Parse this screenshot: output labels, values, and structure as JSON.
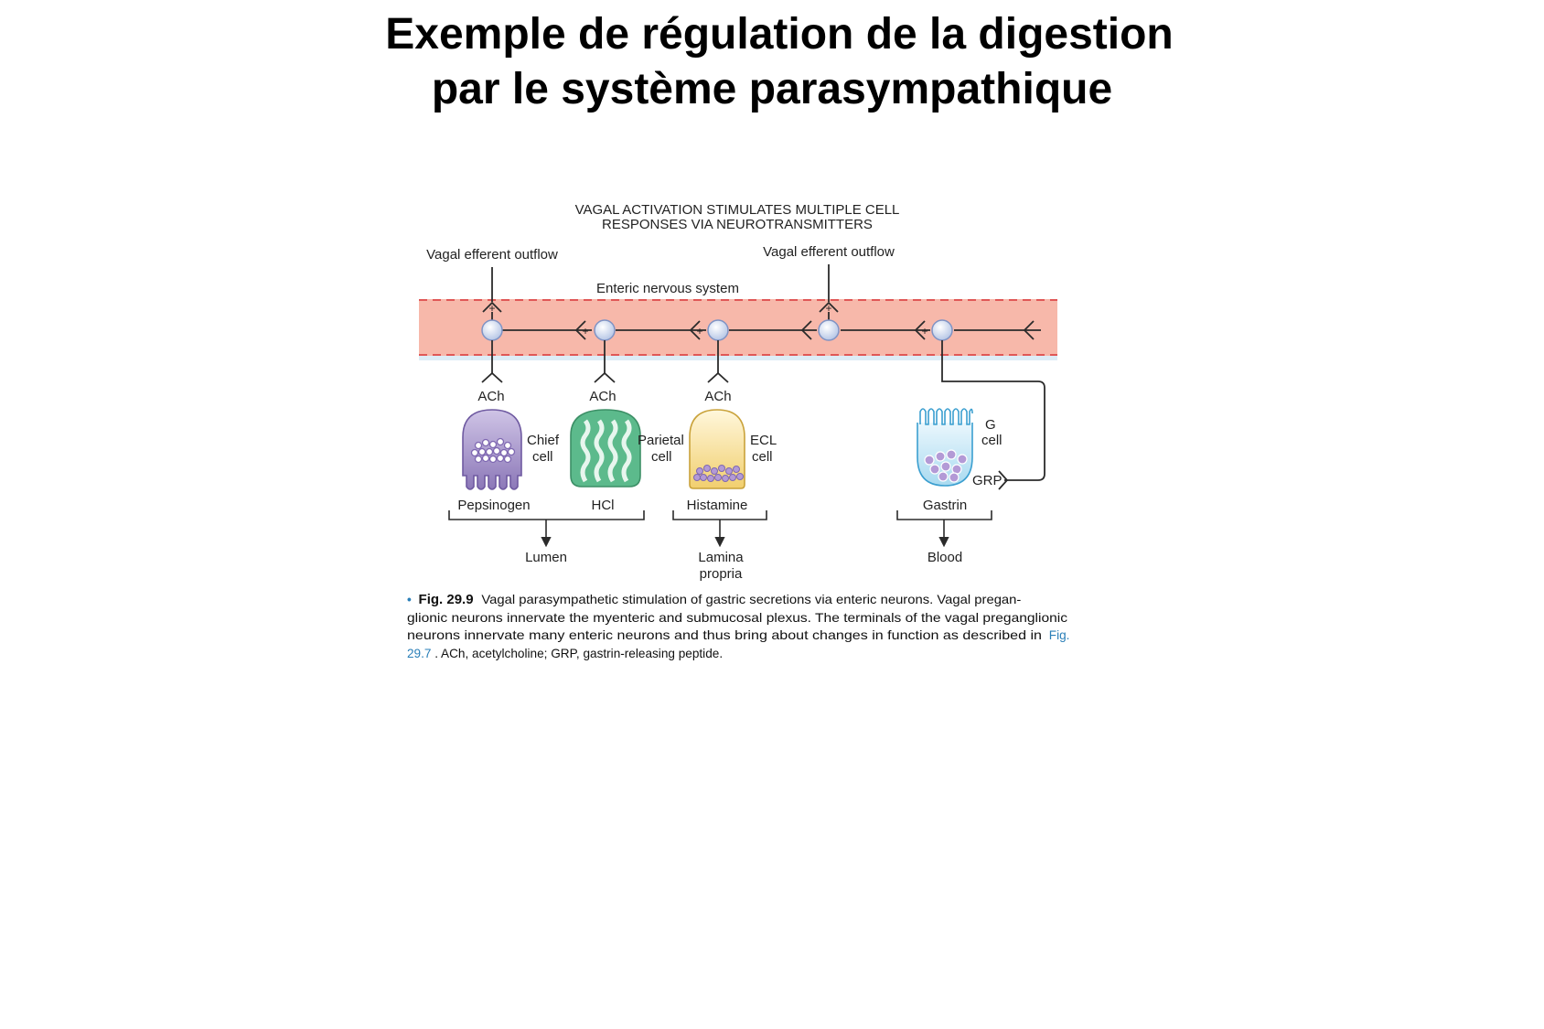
{
  "slide": {
    "title_line1": "Exemple de régulation de la digestion",
    "title_line2": "par le système parasympathique"
  },
  "figure": {
    "header_line1": "VAGAL ACTIVATION STIMULATES MULTIPLE CELL",
    "header_line2": "RESPONSES VIA NEUROTRANSMITTERS",
    "vagal_left": "Vagal efferent outflow",
    "vagal_right": "Vagal efferent outflow",
    "ens": "Enteric nervous system",
    "plus": "+",
    "ach": "ACh",
    "cells": {
      "chief_1": "Chief",
      "chief_2": "cell",
      "parietal_1": "Parietal",
      "parietal_2": "cell",
      "ecl_1": "ECL",
      "ecl_2": "cell",
      "g_1": "G",
      "g_2": "cell",
      "grp": "GRP"
    },
    "products": {
      "pepsinogen": "Pepsinogen",
      "hcl": "HCl",
      "histamine": "Histamine",
      "gastrin": "Gastrin"
    },
    "destinations": {
      "lumen": "Lumen",
      "lamina_1": "Lamina",
      "lamina_2": "propria",
      "blood": "Blood"
    },
    "caption": {
      "bullet": "•",
      "fig": "Fig. 29.9",
      "line1": "Vagal parasympathetic stimulation of gastric secretions via enteric neurons. Vagal pregan-",
      "line2": "glionic neurons innervate the myenteric and submucosal plexus. The terminals of the vagal preganglionic",
      "line3": "neurons innervate many enteric neurons and thus bring about changes in function as described in",
      "line3_link": "Fig.",
      "line4_link": "29.7",
      "line4": ". ACh, acetylcholine; GRP, gastrin-releasing peptide."
    },
    "colors": {
      "ens_band": "#f7b8aa",
      "ens_dash": "#d9373a",
      "chief": "#a593c9",
      "parietal": "#5cba8c",
      "ecl": "#f6d98a",
      "g_cell": "#8ccde9",
      "granule": "#9b7cc0",
      "link": "#2a7fb8"
    }
  }
}
